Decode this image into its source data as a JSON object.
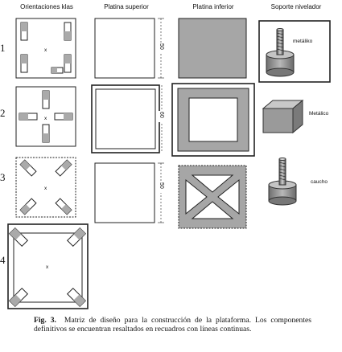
{
  "headers": {
    "orientaciones": "Orientaciones klas",
    "platina_superior": "Platina superior",
    "platina_inferior": "Platina inferior",
    "soporte": "Soporte nivelador"
  },
  "rows": [
    "1",
    "2",
    "3",
    "4"
  ],
  "x_marks": [
    "x",
    "x",
    "x",
    "x"
  ],
  "dimensions": [
    "50",
    "60",
    "50"
  ],
  "soporte_labels": [
    "metáliko",
    "Metálico",
    "caucho"
  ],
  "caption": {
    "label": "Fig. 3.",
    "text": "Matriz de diseño para la construcción de la plataforma. Los componentes definitivos se encuentran resaltados en recuadros con líneas continuas."
  },
  "colors": {
    "fill_gray": "#a6a6a6",
    "fill_light": "#d0d0d0",
    "stroke": "#222222"
  }
}
